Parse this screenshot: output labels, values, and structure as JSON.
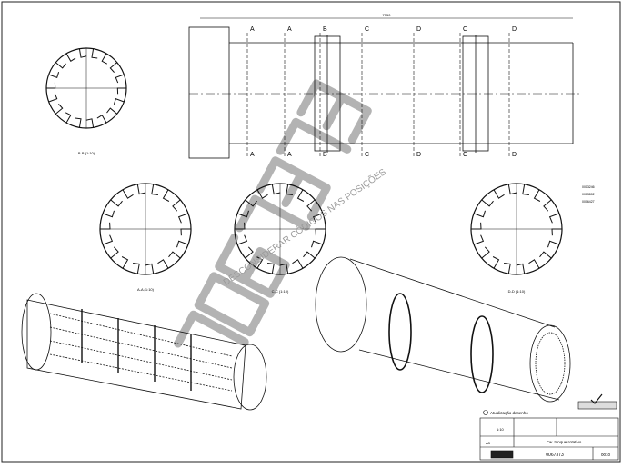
{
  "drawing": {
    "overall_length_label": "7350",
    "section_marks": [
      "A",
      "A",
      "B",
      "C",
      "D",
      "C",
      "D"
    ],
    "section_views": [
      {
        "label": "A-A (1:10)"
      },
      {
        "label": "B-B (1:10)"
      },
      {
        "label": "C-C (1:10)"
      },
      {
        "label": "D-D (1:10)"
      }
    ],
    "balloon_codes": [
      "0013246",
      "0013802",
      "0006427"
    ]
  },
  "watermark": {
    "number": "7067373",
    "notice": "DESCONSIDERAR CÓDIGOS NAS POSIÇÕES"
  },
  "title_block": {
    "revision_note": "Atualização desenho",
    "drawing_title": "Cw. tanque rotativo",
    "drawing_number": "0067373",
    "sheet": "0010",
    "scale": "1:10",
    "format": "A3"
  },
  "colors": {
    "line": "#111111",
    "watermark": "#9a9a9a",
    "paper": "#ffffff"
  }
}
